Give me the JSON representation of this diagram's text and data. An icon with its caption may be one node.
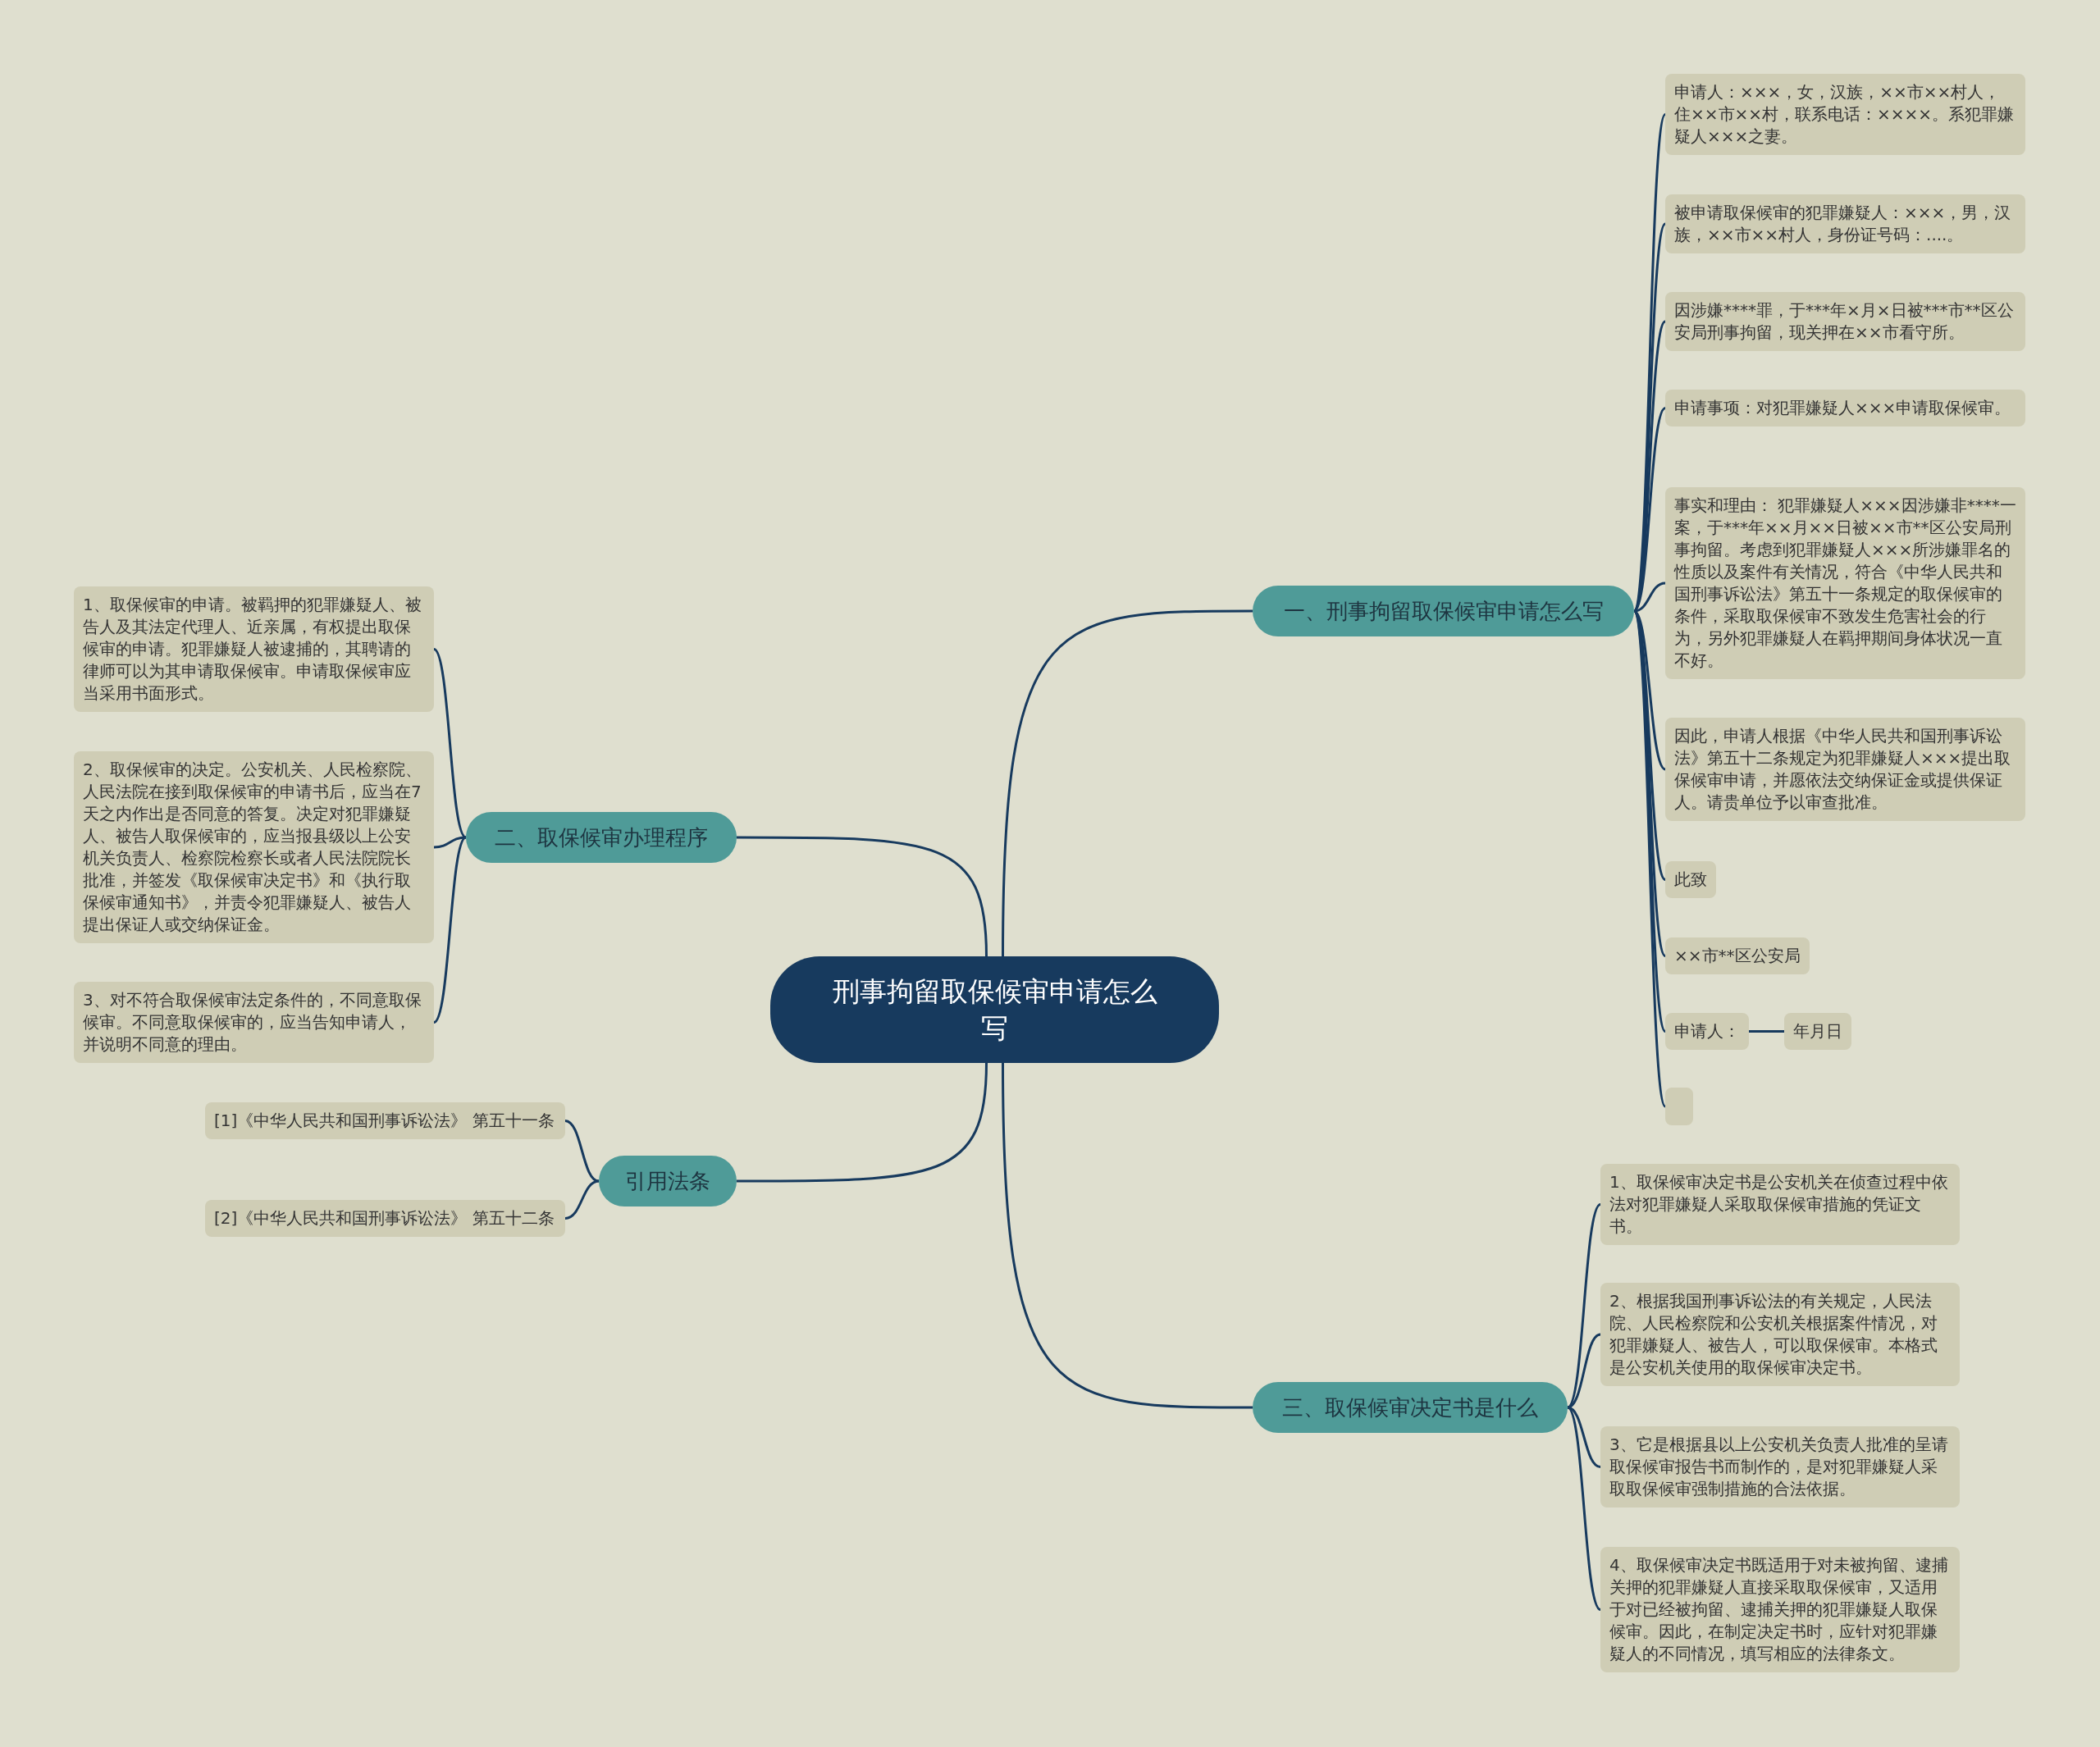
{
  "diagram": {
    "nodes": [
      {
        "text": [
          "刑事拘留取保候审申请怎么写"
        ]
      },
      {
        "text": [
          "一、刑事拘留取保候审申请怎么写"
        ]
      },
      {
        "text": [
          "申请人：×××，女，汉族，××市××村人，住××市××村，联系电话：××××。系犯罪嫌疑人×××之妻。"
        ]
      },
      {
        "text": [
          "被申请取保候审的犯罪嫌疑人：×××，男，汉族，××市××村人，身份证号码：....。"
        ]
      },
      {
        "text": [
          "因涉嫌****罪，于***年×月×日被***市**区公安局刑事拘留，现关押在××市看守所。"
        ]
      },
      {
        "text": [
          "申请事项：对犯罪嫌疑人×××申请取保候审。"
        ]
      },
      {
        "text": [
          "事实和理由： 犯罪嫌疑人×××因涉嫌非****一案，于***年××月××日被××市**区公安局刑事拘留。考虑到犯罪嫌疑人×××所涉嫌罪名的性质以及案件有关情况，符合《中华人民共和国刑事诉讼法》第五十一条规定的取保候审的条件，采取取保候审不致发生危害社会的行为，另外犯罪嫌疑人在羁押期间身体状况一直不好。"
        ]
      },
      {
        "text": [
          "因此，申请人根据《中华人民共和国刑事诉讼法》第五十二条规定为犯罪嫌疑人×××提出取保候审申请，并愿依法交纳保证金或提供保证人。请贵单位予以审查批准。"
        ]
      },
      {
        "text": [
          "此致"
        ]
      },
      {
        "text": [
          "××市**区公安局"
        ]
      },
      {
        "text": [
          "申请人："
        ]
      },
      {
        "text": [
          "年月日"
        ]
      },
      {
        "text": [],
        "shape": "box"
      },
      {
        "text": [
          "二、取保候审办理程序"
        ]
      },
      {
        "text": [
          "1、取保候审的申请。被羁押的犯罪嫌疑人、被告人及其法定代理人、近亲属，有权提出取保候审的申请。犯罪嫌疑人被逮捕的，其聘请的律师可以为其申请取保候审。申请取保候审应当采用书面形式。"
        ]
      },
      {
        "text": [
          "2、取保候审的决定。公安机关、人民检察院、人民法院在接到取保候审的申请书后，应当在7天之内作出是否同意的答复。决定对犯罪嫌疑人、被告人取保候审的，应当报县级以上公安机关负责人、检察院检察长或者人民法院院长批准，并签发《取保候审决定书》和《执行取保候审通知书》，并责令犯罪嫌疑人、被告人提出保证人或交纳保证金。"
        ]
      },
      {
        "text": [
          "3、对不符合取保候审法定条件的，不同意取保候审。不同意取保候审的，应当告知申请人，并说明不同意的理由。"
        ]
      },
      {
        "text": [
          "引用法条"
        ]
      },
      {
        "text": [
          "[1]《中华人民共和国刑事诉讼法》 第五十一条"
        ]
      },
      {
        "text": [
          "[2]《中华人民共和国刑事诉讼法》 第五十二条"
        ]
      },
      {
        "text": [
          "三、取保候审决定书是什么"
        ]
      },
      {
        "text": [
          "1、取保候审决定书是公安机关在侦查过程中依法对犯罪嫌疑人采取取保候审措施的凭证文书。"
        ]
      },
      {
        "text": [
          "2、根据我国刑事诉讼法的有关规定，人民法院、人民检察院和公安机关根据案件情况，对犯罪嫌疑人、被告人，可以取保候审。本格式是公安机关使用的取保候审决定书。"
        ]
      },
      {
        "text": [
          "3、它是根据县以上公安机关负责人批准的呈请取保候审报告书而制作的，是对犯罪嫌疑人采取取保候审强制措施的合法依据。"
        ]
      },
      {
        "text": [
          "4、取保候审决定书既适用于对未被拘留、逮捕关押的犯罪嫌疑人直接采取取保候审，又适用于对已经被拘留、逮捕关押的犯罪嫌疑人取保候审。因此，在制定决定书时，应针对犯罪嫌疑人的不同情况，填写相应的法律条文。"
        ]
      }
    ],
    "edges": [
      {
        "from": 0,
        "to": 1,
        "arrow": "none"
      },
      {
        "from": 1,
        "to": 2,
        "arrow": "none"
      },
      {
        "from": 1,
        "to": 3,
        "arrow": "none"
      },
      {
        "from": 1,
        "to": 4,
        "arrow": "none"
      },
      {
        "from": 1,
        "to": 5,
        "arrow": "none"
      },
      {
        "from": 1,
        "to": 6,
        "arrow": "none"
      },
      {
        "from": 1,
        "to": 7,
        "arrow": "none"
      },
      {
        "from": 1,
        "to": 8,
        "arrow": "none"
      },
      {
        "from": 1,
        "to": 9,
        "arrow": "none"
      },
      {
        "from": 1,
        "to": 10,
        "arrow": "none"
      },
      {
        "from": 10,
        "to": 11,
        "arrow": "none"
      },
      {
        "from": 1,
        "to": 12,
        "arrow": "none"
      },
      {
        "from": 0,
        "to": 13,
        "arrow": "none"
      },
      {
        "from": 13,
        "to": 14,
        "arrow": "none"
      },
      {
        "from": 13,
        "to": 15,
        "arrow": "none"
      },
      {
        "from": 13,
        "to": 16,
        "arrow": "none"
      },
      {
        "from": 0,
        "to": 17,
        "arrow": "none"
      },
      {
        "from": 17,
        "to": 18,
        "arrow": "none"
      },
      {
        "from": 17,
        "to": 19,
        "arrow": "none"
      },
      {
        "from": 0,
        "to": 20,
        "arrow": "none"
      },
      {
        "from": 20,
        "to": 21,
        "arrow": "none"
      },
      {
        "from": 20,
        "to": 22,
        "arrow": "none"
      },
      {
        "from": 20,
        "to": 23,
        "arrow": "none"
      },
      {
        "from": 20,
        "to": 24,
        "arrow": "none"
      }
    ]
  }
}
